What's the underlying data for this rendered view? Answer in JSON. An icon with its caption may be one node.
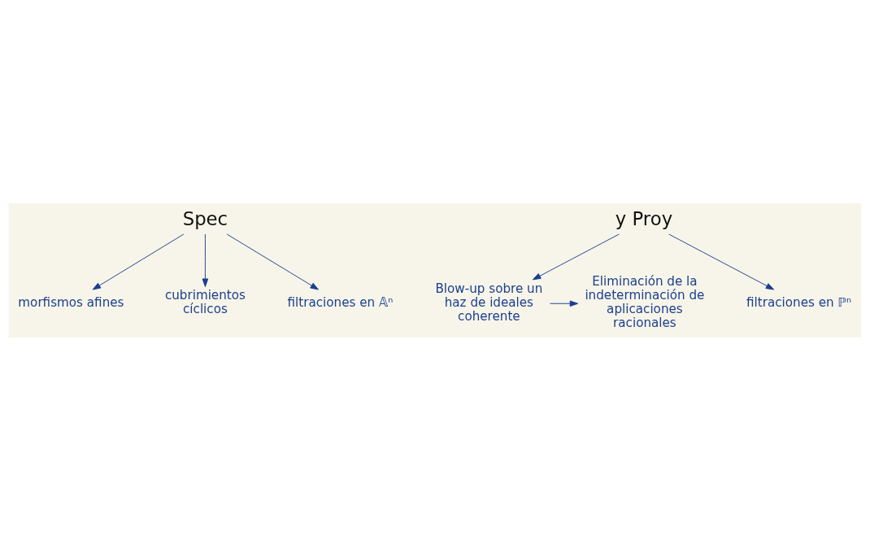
{
  "diagram": {
    "nodes": [
      {
        "text": [
          "Spec"
        ]
      },
      {
        "text": [
          "morfismos afines"
        ]
      },
      {
        "text": [
          "cubrimientos cíclicos"
        ]
      },
      {
        "text": [
          "filtraciones en 𝔸ⁿ"
        ]
      },
      {
        "text": [
          "y Proy"
        ]
      },
      {
        "text": [
          "Blow-up sobre un haz de ideales coherente"
        ]
      },
      {
        "text": [
          "filtraciones en ℙⁿ"
        ]
      },
      {
        "text": [
          "Eliminación de la indeterminación de aplicaciones racionales"
        ]
      }
    ],
    "edges": [
      {
        "from": 0,
        "to": 1,
        "arrow": "to"
      },
      {
        "from": 0,
        "to": 2,
        "arrow": "to"
      },
      {
        "from": 0,
        "to": 3,
        "arrow": "to"
      },
      {
        "from": 4,
        "to": 5,
        "arrow": "to"
      },
      {
        "from": 4,
        "to": 6,
        "arrow": "to"
      },
      {
        "from": 5,
        "to": 7,
        "arrow": "to"
      }
    ]
  }
}
